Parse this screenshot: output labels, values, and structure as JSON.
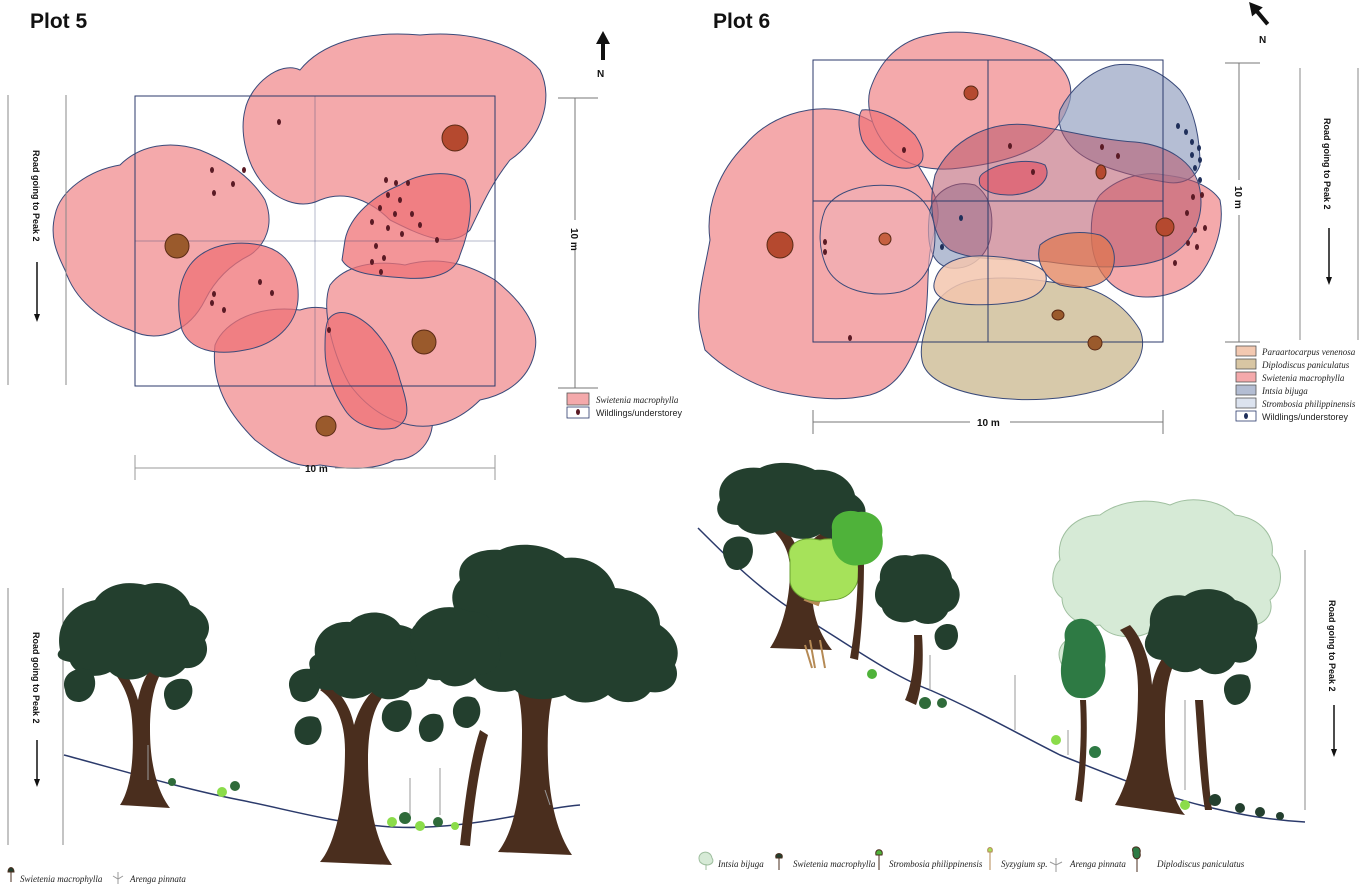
{
  "plot5": {
    "title": "Plot 5",
    "north": "N",
    "scale_v": "10 m",
    "scale_h": "10 m",
    "road_label": "Road going to Peak 2",
    "legend": [
      {
        "label": "Swietenia macrophylla",
        "color": "#f4a9ab"
      },
      {
        "label": "Wildlings/understorey",
        "color": "#5a1a24"
      }
    ]
  },
  "plot6": {
    "title": "Plot 6",
    "north": "N",
    "scale_v": "10 m",
    "scale_h": "10 m",
    "road_label": "Road going to Peak 2",
    "legend": [
      {
        "label": "Paraartocarpus venenosa",
        "color": "#f3c9b1"
      },
      {
        "label": "Diplodiscus paniculatus",
        "color": "#d8c6a3"
      },
      {
        "label": "Swietenia macrophylla",
        "color": "#f4a9ab"
      },
      {
        "label": "Intsia bijuga",
        "color": "#b3bdd3"
      },
      {
        "label": "Strombosia philippinensis",
        "color": "#dce3ef"
      },
      {
        "label": "Wildlings/understorey",
        "color": "#1f2f5a"
      }
    ]
  },
  "profile5": {
    "road_label": "Road going to Peak 2",
    "legend": [
      "Swietenia macrophylla",
      "Arenga pinnata"
    ]
  },
  "profile6": {
    "road_label": "Road going to Peak 2",
    "legend": [
      "Intsia bijuga",
      "Swietenia macrophylla",
      "Strombosia philippinensis",
      "Syzygium sp.",
      "Arenga pinnata",
      "Diplodiscus paniculatus"
    ]
  },
  "colors": {
    "swietenia_fill": "#f4a9ab",
    "swietenia_dark": "#ef7276",
    "intsia_fill": "#aab3cc",
    "diplodiscus_fill": "#d6c4a2",
    "paraartocarpus_fill": "#f3c6ae",
    "trunk_circle": "#b5492f",
    "trunk_circle_brown": "#9a5a2c",
    "wildling_dot": "#5a1a24",
    "wildling_dot_blue": "#1f2f5a",
    "plot_border": "#2b3a6b",
    "canopy_dark": "#233f2e",
    "trunk": "#4a2e1e",
    "canopy_light": "#d6ead6",
    "canopy_lime": "#9be25a"
  }
}
